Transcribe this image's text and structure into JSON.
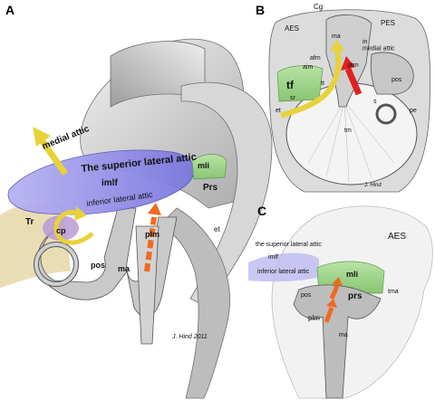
{
  "panels": {
    "a": {
      "letter": "A",
      "labels": {
        "medial_attic": "medial attic",
        "superior_lateral_attic": "The superior lateral attic",
        "imlf": "imlf",
        "inferior_lateral_attic": "inferior lateral attic",
        "mli": "mli",
        "prs": "Prs",
        "tr": "Tr",
        "cp": "cp",
        "plm": "plm",
        "pos": "pos",
        "ma": "ma",
        "et": "et",
        "signature": "J. Hind 2011"
      }
    },
    "b": {
      "letter": "B",
      "labels": {
        "cg": "Cg",
        "aes": "AES",
        "pes": "PES",
        "ma": "ma",
        "in_medial_attic": "in\nmedial attic",
        "afm": "afm",
        "aim": "aim",
        "tt": "tt",
        "ptm": "ptm",
        "pos": "pos",
        "tf": "tf",
        "sr": "sr",
        "s": "s",
        "et": "et",
        "pe": "pe",
        "tm": "tm",
        "signature": "J. Hind"
      }
    },
    "c": {
      "letter": "C",
      "labels": {
        "aes": "AES",
        "superior_lateral_attic": "the superior lateral attic",
        "imlf": "imlf",
        "inferior_lateral_attic": "inferior lateral attic",
        "mli": "mli",
        "pos": "pos",
        "prs": "prs",
        "plm": "plm",
        "ma": "ma",
        "tma": "tma"
      }
    }
  },
  "colors": {
    "background": "#ffffff",
    "bone_light": "#e4e4e4",
    "bone_dark": "#9a9a9a",
    "ossicle": "#c9c9c9",
    "imlf_blue": "#8a86e6",
    "mli_green": "#9fd08a",
    "tf_green": "#7cc46a",
    "arrow_yellow": "#e8d23a",
    "arrow_orange": "#ef6a1f",
    "arrow_red": "#e02020",
    "cp_purple": "#b89ad6",
    "tan": "#e7d7a6"
  },
  "icons": [
    "arrow-up-left-icon",
    "arrow-up-icon",
    "curved-arrow-icon"
  ]
}
